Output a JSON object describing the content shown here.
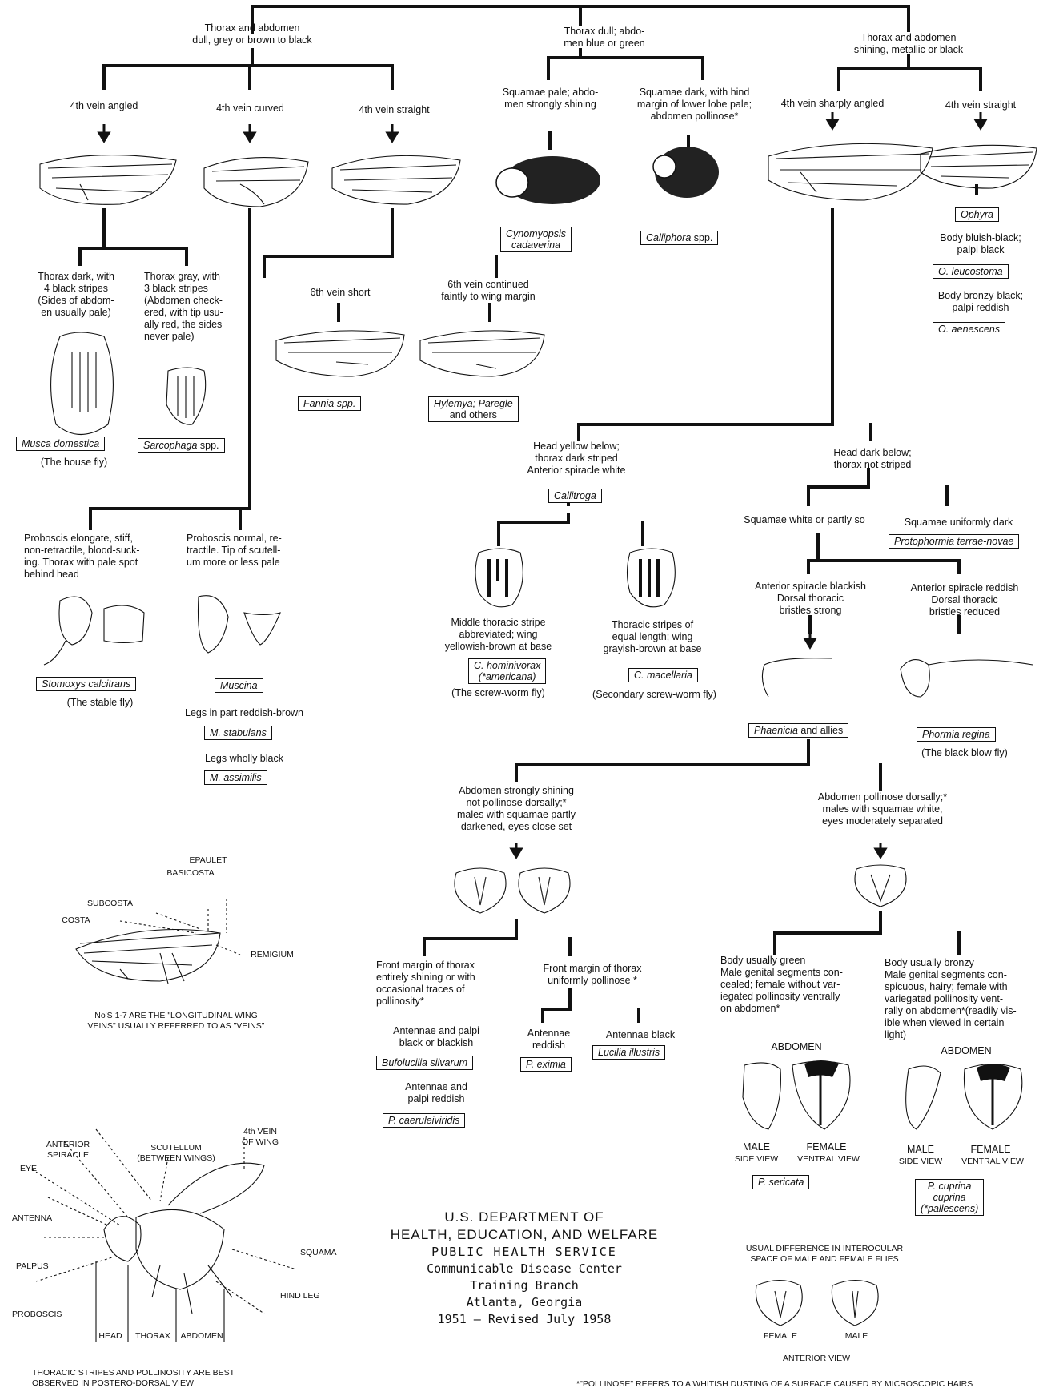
{
  "top": {
    "a": "Thorax and abdomen\ndull, grey or brown to black",
    "b": "Thorax dull; abdo-\nmen blue or green",
    "c": "Thorax and abdomen\nshining, metallic or black"
  },
  "veins": {
    "angled": "4th vein angled",
    "curved": "4th vein curved",
    "straight": "4th vein straight",
    "sharp": "4th vein sharply angled",
    "straight2": "4th vein straight"
  },
  "squamae": {
    "pale": "Squamae pale; abdo-\nmen strongly shining",
    "dark": "Squamae dark, with hind\nmargin of lower lobe pale;\nabdomen pollinose*"
  },
  "names": {
    "cynomyopsis": "Cynomyopsis\ncadaverina",
    "calliphora": "Calliphora",
    "calliphora_spp": "spp.",
    "ophyra": "Ophyra",
    "musca": "Musca domestica",
    "musca_common": "(The house fly)",
    "sarcophaga": "Sarcophaga",
    "sarcophaga_spp": "spp.",
    "fannia": "Fannia spp.",
    "hylemya": "Hylemya; Paregle",
    "hylemya_others": "and others",
    "stomoxys": "Stomoxys calcitrans",
    "stomoxys_common": "(The stable fly)",
    "muscina": "Muscina",
    "m_stabulans": "M. stabulans",
    "m_assimilis": "M. assimilis",
    "o_leucostoma": "O. leucostoma",
    "o_aenescens": "O. aenescens",
    "callitroga": "Callitroga",
    "c_hominivorax": "C. hominivorax\n(*americana)",
    "screwworm": "(The screw-worm fly)",
    "c_macellaria": "C. macellaria",
    "secondary": "(Secondary screw-worm fly)",
    "protophormia": "Protophormia terrae-novae",
    "phaenicia": "Phaenicia",
    "phaenicia_allies": "and allies",
    "phormia": "Phormia regina",
    "phormia_common": "(The black blow fly)",
    "bufolucilia": "Bufolucilia silvarum",
    "p_eximia": "P. eximia",
    "lucilia": "Lucilia illustris",
    "p_caeruleiviridis": "P. caeruleiviridis",
    "p_sericata": "P. sericata",
    "p_cuprina": "P. cuprina\ncuprina\n(*pallescens)"
  },
  "desc": {
    "ophyra_a": "Body bluish-black;\npalpi black",
    "ophyra_b": "Body bronzy-black;\npalpi reddish",
    "thorax_dark": "Thorax dark, with\n4 black stripes\n(Sides of abdom-\nen usually pale)",
    "thorax_gray": "Thorax gray, with\n3 black stripes\n(Abdomen check-\nered, with tip usu-\nally red, the sides\nnever pale)",
    "sixth_short": "6th vein short",
    "sixth_cont": "6th vein continued\nfaintly to wing margin",
    "head_yellow": "Head yellow below;\nthorax dark striped\nAnterior spiracle white",
    "head_dark": "Head dark below;\nthorax not striped",
    "proboscis_long": "Proboscis elongate, stiff,\nnon-retractile, blood-suck-\ning. Thorax with pale spot\nbehind head",
    "proboscis_normal": "Proboscis normal, re-\ntractile. Tip of scutell-\num more or less pale",
    "squamae_white": "Squamae white or partly so",
    "squamae_dark2": "Squamae uniformly dark",
    "middle_stripe": "Middle thoracic stripe\nabbreviated; wing\nyellowish-brown at base",
    "equal_stripes": "Thoracic stripes of\nequal length; wing\ngrayish-brown at base",
    "spiracle_black": "Anterior spiracle blackish\nDorsal thoracic\nbristles strong",
    "spiracle_red": "Anterior spiracle reddish\nDorsal thoracic\nbristles reduced",
    "legs_red": "Legs in part reddish-brown",
    "legs_black": "Legs wholly black",
    "abd_shining": "Abdomen strongly shining\nnot pollinose dorsally;*\nmales with squamae partly\ndarkened, eyes close set",
    "abd_pollinose": "Abdomen pollinose dorsally;*\nmales with squamae white,\neyes moderately separated",
    "front_shining": "Front margin of thorax\nentirely shining or with\noccasional traces of\npollinosity*",
    "front_pollinose": "Front margin of thorax\nuniformly pollinose *",
    "ant_black_blackish": "Antennae and palpi\nblack or blackish",
    "ant_reddish": "Antennae\nreddish",
    "ant_black": "Antennae black",
    "ant_palpi_reddish": "Antennae and\npalpi reddish",
    "body_green": "Body usually green\nMale genital segments con-\ncealed; female without var-\niegated pollinosity ventrally\non abdomen*",
    "body_bronzy": "Body usually bronzy\nMale genital segments con-\nspicuous, hairy; female with\nvariegated pollinosity vent-\nrally on abdomen*(readily vis-\nible when viewed in certain\nlight)"
  },
  "abdomen": {
    "title": "ABDOMEN",
    "male": "MALE",
    "female": "FEMALE",
    "side": "SIDE VIEW",
    "ventral": "VENTRAL VIEW"
  },
  "wing_labels": {
    "epaulet": "EPAULET",
    "basicosta": "BASICOSTA",
    "subcosta": "SUBCOSTA",
    "costa": "COSTA",
    "remigium": "REMIGIUM",
    "note": "No'S 1-7 ARE THE \"LONGITUDINAL WING\nVEINS\" USUALLY REFERRED TO AS \"VEINS\""
  },
  "body_labels": {
    "anterior_spiracle": "ANTERIOR\nSPIRACLE",
    "scutellum": "SCUTELLUM\n(BETWEEN WINGS)",
    "fourth_vein": "4th VEIN\nOF WING",
    "eye": "EYE",
    "antenna": "ANTENNA",
    "palpus": "PALPUS",
    "proboscis": "PROBOSCIS",
    "squama": "SQUAMA",
    "hind_leg": "HIND LEG",
    "head": "HEAD",
    "thorax": "THORAX",
    "abdomen": "ABDOMEN"
  },
  "footer": {
    "dept1": "U.S. DEPARTMENT OF",
    "dept2": "HEALTH, EDUCATION, AND WELFARE",
    "phs": "PUBLIC HEALTH SERVICE",
    "cdc": "Communicable Disease Center",
    "branch": "Training Branch",
    "city": "Atlanta, Georgia",
    "date": "1951 – Revised July 1958",
    "interocular": "USUAL DIFFERENCE IN INTEROCULAR\nSPACE OF MALE AND FEMALE FLIES",
    "female": "FEMALE",
    "male": "MALE",
    "anterior_view": "ANTERIOR VIEW",
    "stripes_note": "THORACIC STRIPES AND POLLINOSITY ARE BEST\nOBSERVED IN POSTERO-DORSAL VIEW",
    "pollinose_note": "*\"POLLINOSE\" REFERS TO A WHITISH DUSTING OF A SURFACE CAUSED BY MICROSCOPIC HAIRS"
  }
}
